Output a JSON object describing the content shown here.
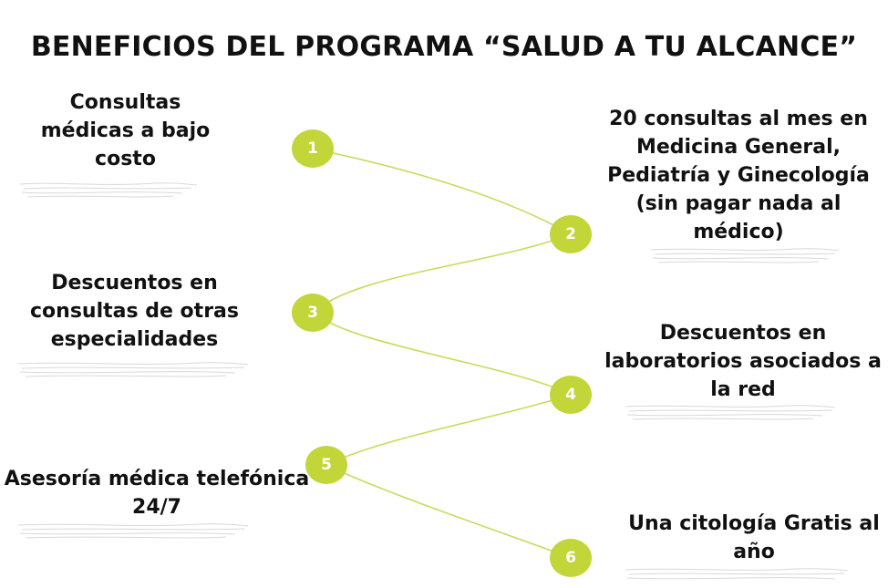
{
  "title": "BENEFICIOS DEL PROGRAMA “SALUD A TU ALCANCE”",
  "colors": {
    "node_fill": "#c2d63a",
    "node_text": "#ffffff",
    "connector": "#c9da5a",
    "text": "#111111",
    "scribble": "#d8d8d8"
  },
  "steps": [
    {
      "number": "1",
      "text": "Consultas médicas a bajo costo"
    },
    {
      "number": "2",
      "text": "20 consultas al mes en Medicina General, Pediatría y Ginecología (sin pagar nada al médico)"
    },
    {
      "number": "3",
      "text": "Descuentos en consultas de otras especialidades"
    },
    {
      "number": "4",
      "text": "Descuentos en laboratorios asociados a la red"
    },
    {
      "number": "5",
      "text": "Asesoría médica telefónica 24/7"
    },
    {
      "number": "6",
      "text": "Una citología Gratis al año"
    }
  ]
}
